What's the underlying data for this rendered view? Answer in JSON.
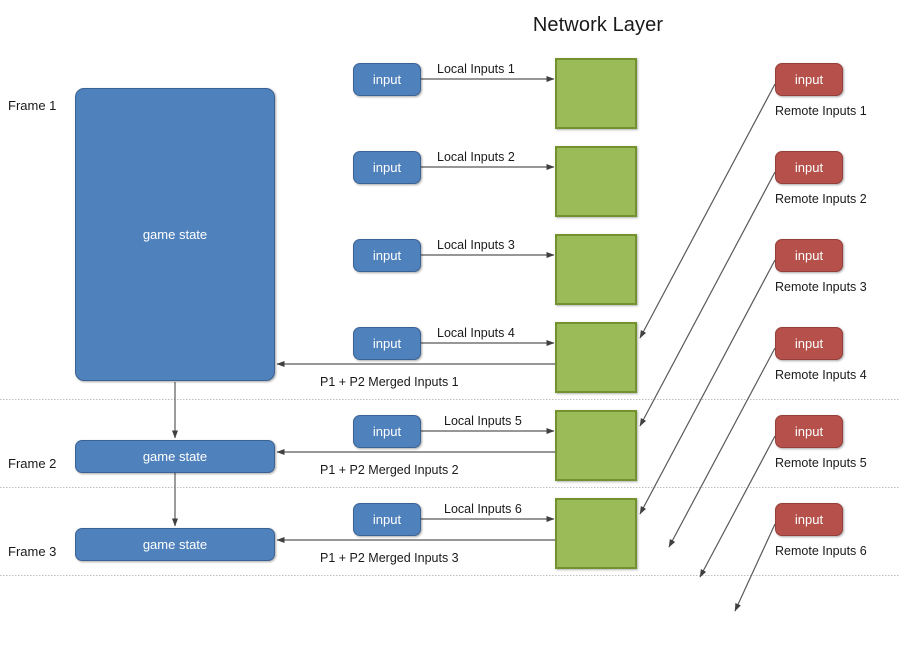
{
  "title": "Network Layer",
  "frames": [
    {
      "label": "Frame 1",
      "state_label": "game state"
    },
    {
      "label": "Frame 2",
      "state_label": "game state"
    },
    {
      "label": "Frame 3",
      "state_label": "game state"
    }
  ],
  "local_inputs": [
    {
      "pill": "input",
      "label": "Local Inputs 1"
    },
    {
      "pill": "input",
      "label": "Local Inputs 2"
    },
    {
      "pill": "input",
      "label": "Local Inputs 3"
    },
    {
      "pill": "input",
      "label": "Local Inputs 4"
    },
    {
      "pill": "input",
      "label": "Local Inputs 5"
    },
    {
      "pill": "input",
      "label": "Local Inputs 6"
    }
  ],
  "remote_inputs": [
    {
      "pill": "input",
      "label": "Remote Inputs 1"
    },
    {
      "pill": "input",
      "label": "Remote Inputs 2"
    },
    {
      "pill": "input",
      "label": "Remote Inputs 3"
    },
    {
      "pill": "input",
      "label": "Remote Inputs 4"
    },
    {
      "pill": "input",
      "label": "Remote Inputs 5"
    },
    {
      "pill": "input",
      "label": "Remote Inputs 6"
    }
  ],
  "merged_inputs": [
    {
      "label": "P1 + P2 Merged Inputs 1"
    },
    {
      "label": "P1 + P2 Merged Inputs 2"
    },
    {
      "label": "P1 + P2 Merged Inputs 3"
    }
  ],
  "colors": {
    "game_state_fill": "#4f81bd",
    "game_state_stroke": "#3a6395",
    "network_fill": "#9bbb59",
    "network_stroke": "#73922f",
    "remote_fill": "#b5504a",
    "remote_stroke": "#963e39",
    "connector": "#595959",
    "divider": "#bfbfbf",
    "text": "#1a1a1a"
  }
}
